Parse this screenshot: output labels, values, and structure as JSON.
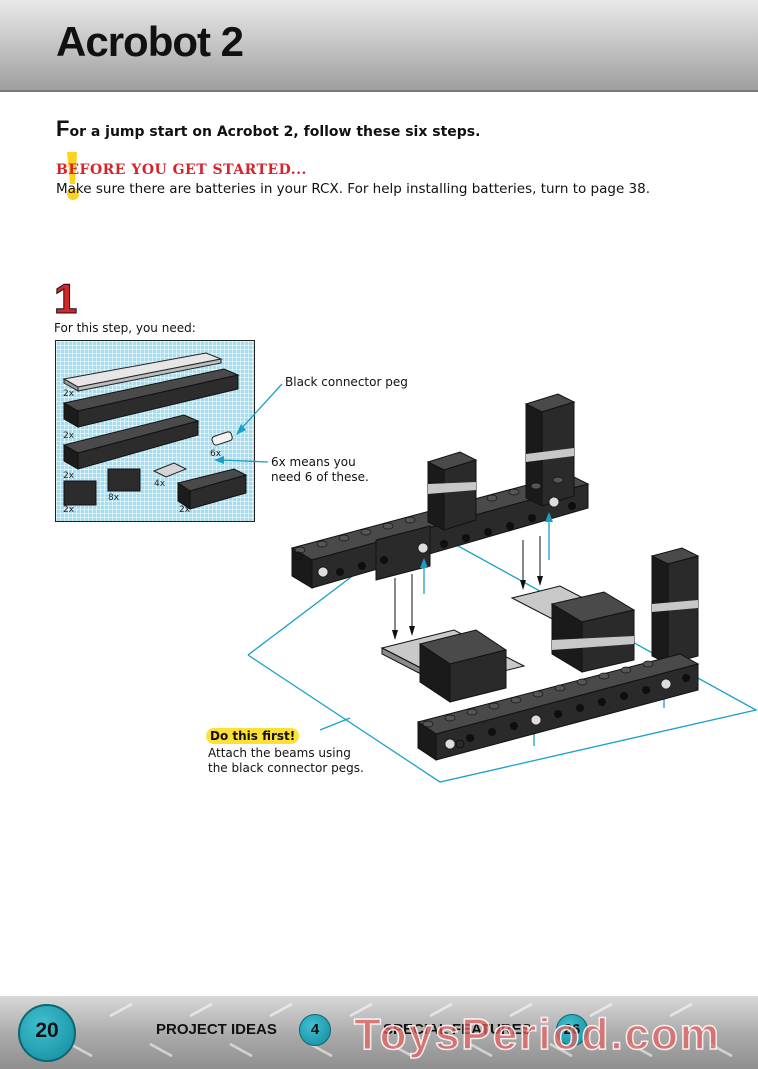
{
  "header": {
    "title": "Acrobot 2"
  },
  "intro": {
    "first_letter": "F",
    "rest": "or a jump start on Acrobot 2, follow these six steps."
  },
  "before": {
    "title": "BEFORE YOU GET STARTED...",
    "text": "Make sure there are batteries in your RCX. For help installing batteries, turn to page 38."
  },
  "step": {
    "number": "1",
    "need_label": "For this step, you need:",
    "quantities": [
      "2x",
      "2x",
      "2x",
      "6x",
      "2x",
      "8x",
      "4x",
      "2x"
    ]
  },
  "callouts": {
    "connector_peg": "Black connector peg",
    "six_x_line1": "6x means you",
    "six_x_line2": "need 6 of these.",
    "do_first": "Do this first!",
    "attach_line1": "Attach the beams using",
    "attach_line2": "the black connector pegs."
  },
  "footer": {
    "page_number": "20",
    "nav1_label": "PROJECT IDEAS",
    "nav1_number": "4",
    "nav2_label": "SPECIAL FEATURES",
    "nav2_number": "26",
    "watermark": "ToysPeriod.com"
  },
  "colors": {
    "accent_red": "#d8232a",
    "teal": "#1aa3b5",
    "highlight_yellow": "#ffe135",
    "callout_blue": "#1aa0c8"
  }
}
